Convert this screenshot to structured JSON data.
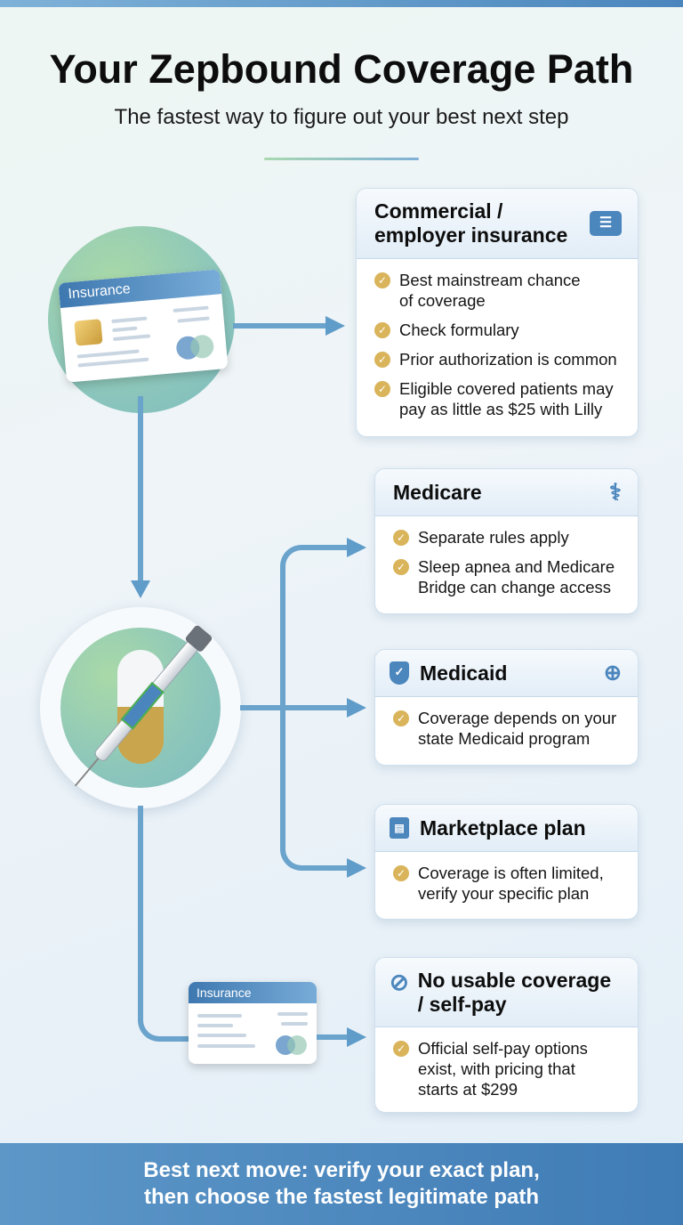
{
  "title": "Your Zepbound Coverage Path",
  "subtitle": "The fastest way to figure out your best next step",
  "illustrations": {
    "insurance_card_label": "Insurance",
    "small_card_label": "Insurance"
  },
  "cards": [
    {
      "title": "Commercial / employer insurance",
      "icon": "id-badge-icon",
      "items": [
        "Best mainstream chance of coverage",
        "Check formulary",
        "Prior authorization is common",
        "Eligible covered patients may pay as little as $25 with Lilly"
      ]
    },
    {
      "title": "Medicare",
      "icon": "caduceus-icon",
      "items": [
        "Separate rules apply",
        "Sleep apnea and Medicare Bridge can change access"
      ]
    },
    {
      "title": "Medicaid",
      "icon": "shield-check-icon",
      "items": [
        "Coverage depends on your state Medicaid program"
      ]
    },
    {
      "title": "Marketplace plan",
      "icon": "clipboard-icon",
      "items": [
        "Coverage is often limited, verify your specific plan"
      ]
    },
    {
      "title": "No usable coverage / self-pay",
      "icon": "prohibited-icon",
      "items": [
        "Official self-pay options exist, with pricing that starts at $299"
      ]
    }
  ],
  "banner": {
    "line1": "Best next move: verify your exact plan,",
    "line2": "then choose the fastest legitimate path"
  },
  "colors": {
    "accent": "#4a86bd",
    "check": "#d9b45a",
    "connector": "#6aa3cc"
  }
}
